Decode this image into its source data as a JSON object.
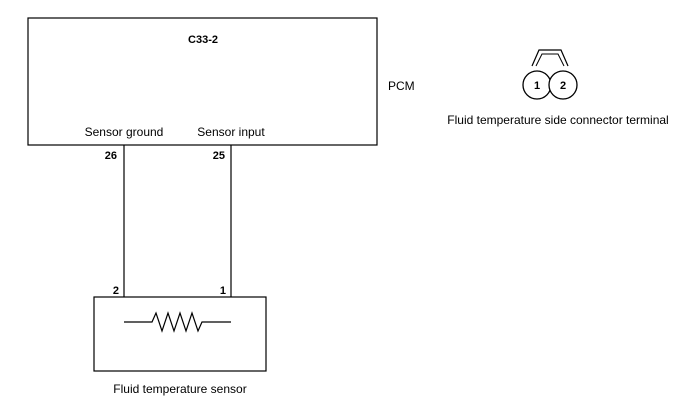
{
  "pcm": {
    "connector": "C33-2",
    "module_label": "PCM",
    "pin_labels": [
      "Sensor ground",
      "Sensor input"
    ],
    "pin_numbers": [
      "26",
      "25"
    ]
  },
  "sensor": {
    "label": "Fluid temperature sensor",
    "pin_numbers": [
      "2",
      "1"
    ]
  },
  "connector_view": {
    "caption": "Fluid temperature side connector terminal",
    "terminals": [
      "1",
      "2"
    ]
  }
}
